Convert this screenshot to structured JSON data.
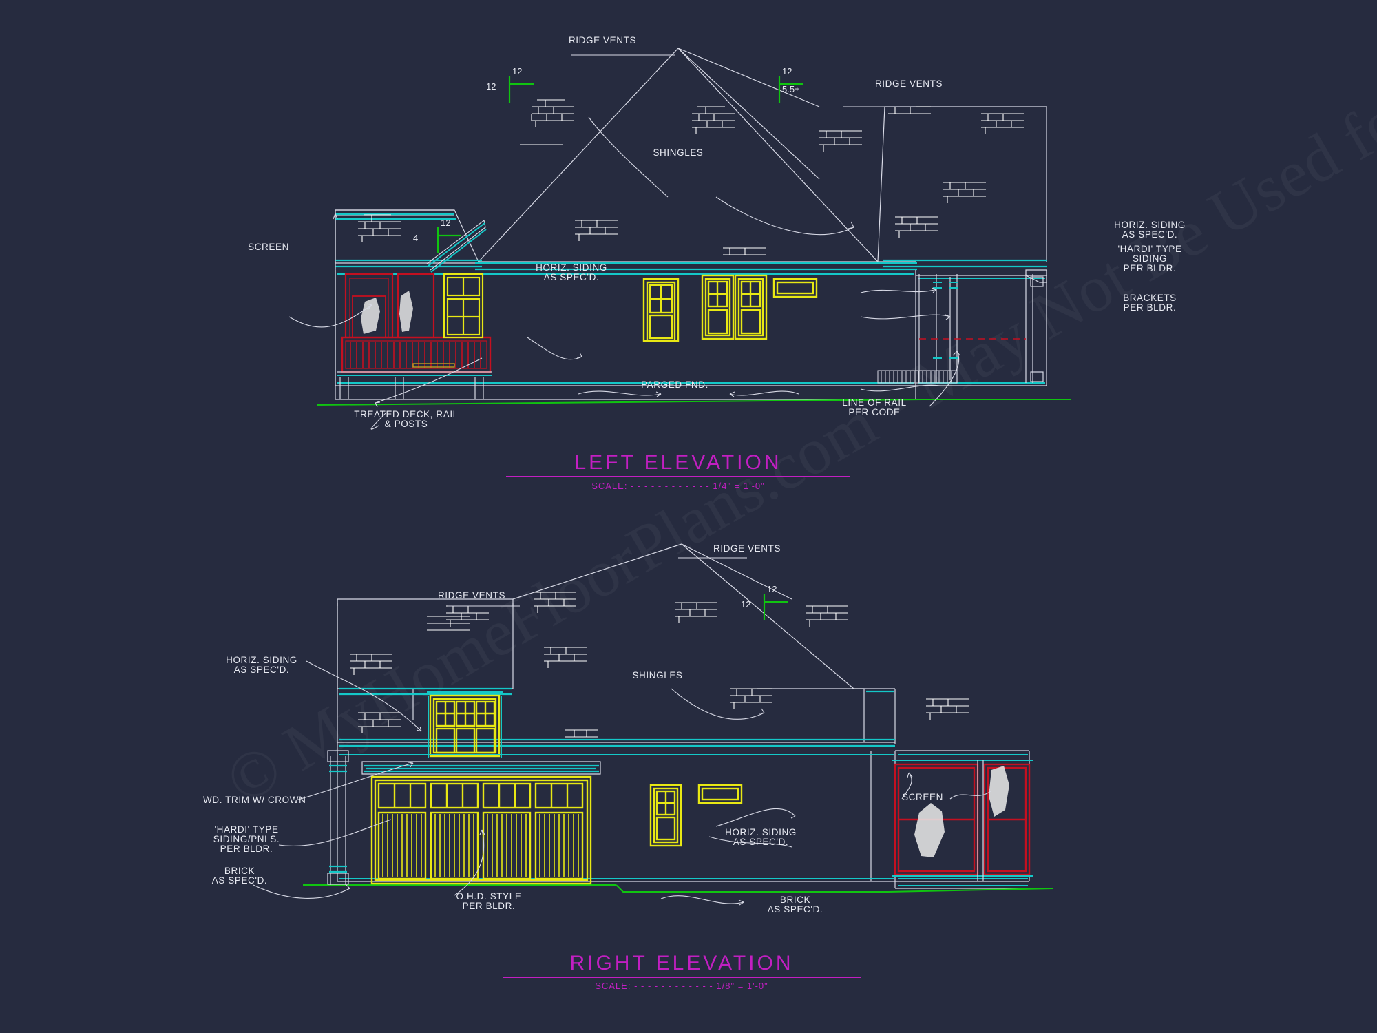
{
  "sheet": {
    "background_color": "#262b3f",
    "watermark": "© MyHomeFloorPlans.com - May Not Be Used for Construction or Estimation"
  },
  "colors": {
    "linework_white": "#d8dae6",
    "cyan": "#14c8c8",
    "yellow": "#e8e814",
    "red": "#c41020",
    "green": "#10c410",
    "magenta": "#c21fc2",
    "brick_white": "#ffffff"
  },
  "elevations": [
    {
      "id": "left-elevation",
      "title": "LEFT ELEVATION",
      "scale_label": "SCALE:",
      "scale_dots": "- - - - - - - - - - - -",
      "scale_value": "1/4\" = 1'-0\"",
      "pitch_markers": [
        {
          "rise": "12",
          "run": "12"
        },
        {
          "rise": "12",
          "run": "5.5±"
        },
        {
          "rise": "12",
          "run": "4"
        }
      ],
      "annotations": [
        {
          "name": "ridge-vents-left",
          "text": "RIDGE VENTS"
        },
        {
          "name": "ridge-vents-right",
          "text": "RIDGE VENTS"
        },
        {
          "name": "shingles",
          "text": "SHINGLES"
        },
        {
          "name": "screen",
          "text": "SCREEN"
        },
        {
          "name": "horiz-siding-center",
          "text": "HORIZ. SIDING\nAS SPEC'D."
        },
        {
          "name": "horiz-siding-right",
          "text": "HORIZ. SIDING\nAS SPEC'D."
        },
        {
          "name": "hardi-siding",
          "text": "'HARDI' TYPE\nSIDING\nPER BLDR."
        },
        {
          "name": "brackets",
          "text": "BRACKETS\nPER BLDR."
        },
        {
          "name": "parged-fnd",
          "text": "PARGED FND."
        },
        {
          "name": "treated-deck",
          "text": "TREATED DECK, RAIL\n& POSTS"
        },
        {
          "name": "line-of-rail",
          "text": "LINE OF RAIL\nPER CODE"
        }
      ]
    },
    {
      "id": "right-elevation",
      "title": "RIGHT ELEVATION",
      "scale_label": "SCALE:",
      "scale_dots": "- - - - - - - - - - - -",
      "scale_value": "1/8\" = 1'-0\"",
      "pitch_markers": [
        {
          "rise": "12",
          "run": "12"
        }
      ],
      "annotations": [
        {
          "name": "ridge-vents-left",
          "text": "RIDGE VENTS"
        },
        {
          "name": "ridge-vents-right",
          "text": "RIDGE VENTS"
        },
        {
          "name": "shingles",
          "text": "SHINGLES"
        },
        {
          "name": "horiz-siding-left",
          "text": "HORIZ. SIDING\nAS SPEC'D."
        },
        {
          "name": "horiz-siding-center",
          "text": "HORIZ. SIDING\nAS SPEC'D."
        },
        {
          "name": "wd-trim-crown",
          "text": "WD. TRIM W/ CROWN"
        },
        {
          "name": "hardi-siding-pnls",
          "text": "'HARDI' TYPE\nSIDING/PNLS.\nPER BLDR."
        },
        {
          "name": "brick-left",
          "text": "BRICK\nAS SPEC'D."
        },
        {
          "name": "ohd-style",
          "text": "O.H.D. STYLE\nPER BLDR."
        },
        {
          "name": "brick-right",
          "text": "BRICK\nAS SPEC'D."
        },
        {
          "name": "screen",
          "text": "SCREEN"
        }
      ]
    }
  ]
}
